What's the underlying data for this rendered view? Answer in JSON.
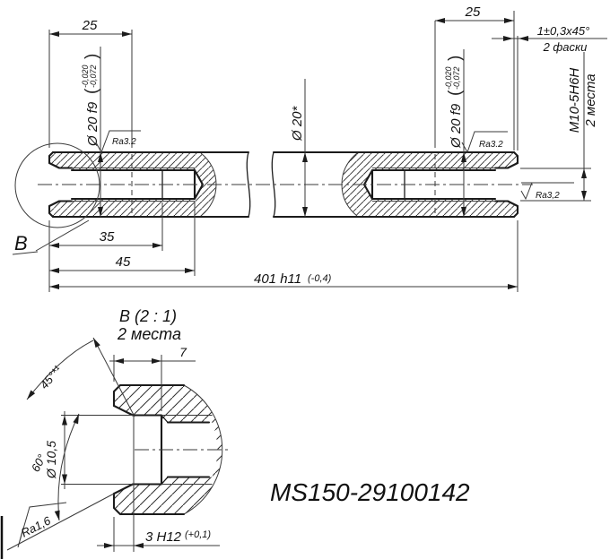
{
  "drawing": {
    "part_number": "MS150-29100142",
    "main_view": {
      "dim_25_left": "25",
      "dim_25_right": "25",
      "dim_35": "35",
      "dim_45": "45",
      "dim_length": "401 h11",
      "dim_length_tol": "(-0,4)",
      "dia_20_f9": "Ø 20 f9",
      "tol_open": "(",
      "tol_upper": "-0,020",
      "tol_lower": "-0,072",
      "tol_close": ")",
      "dia_20_ref": "Ø 20*",
      "chamfer_size": "1±0,3x45°",
      "chamfer_places": "2 фаски",
      "thread_spec": "M10-5H6H",
      "thread_places": "2 места",
      "roughness_top_left": "Ra3.2",
      "roughness_top_right": "Ra3.2",
      "roughness_face": "Ra3,2",
      "detail_label": "B"
    },
    "detail_view": {
      "title": "В  (2 : 1)",
      "places": "2 места",
      "dim_7": "7",
      "dim_3": "3 H12",
      "dim_3_tol": "(+0,1)",
      "dia_10_5": "Ø 10,5",
      "angle_45": "45°*¹",
      "angle_60": "60°",
      "roughness_chamfer": "Ra1,6"
    }
  }
}
